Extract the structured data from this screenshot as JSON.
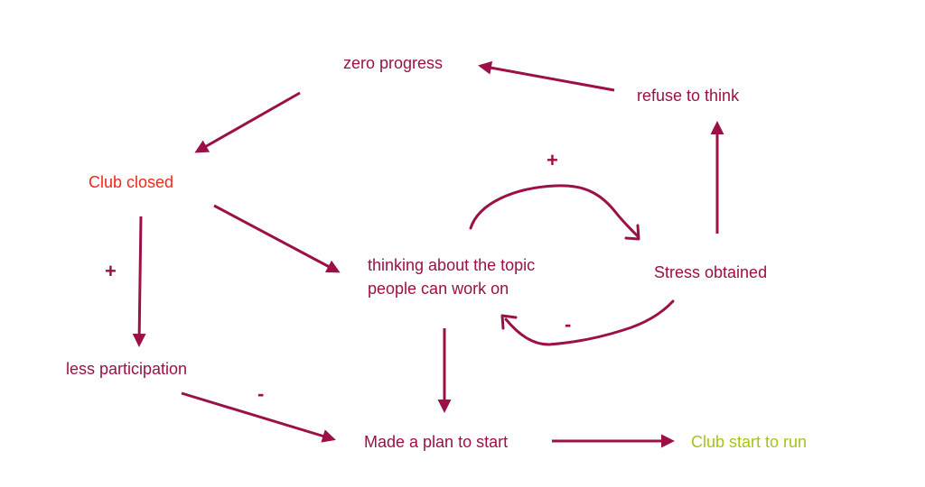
{
  "colors": {
    "arrow": "#9b1046",
    "text_default": "#9b1046",
    "text_red": "#f02818",
    "text_green": "#a8c21a",
    "background": "#ffffff"
  },
  "nodes": {
    "zero_progress": "zero progress",
    "refuse_to_think": "refuse to think",
    "club_closed": "Club closed",
    "thinking_line1": "thinking about the topic",
    "thinking_line2": "people can work on",
    "stress_obtained": "Stress obtained",
    "less_participation": "less participation",
    "made_a_plan": "Made a plan to start",
    "club_start_to_run": "Club start to run"
  },
  "signs": {
    "club_closed_to_less_participation": "+",
    "less_participation_to_plan": "-",
    "thinking_to_stress": "+",
    "stress_to_thinking": "-"
  }
}
